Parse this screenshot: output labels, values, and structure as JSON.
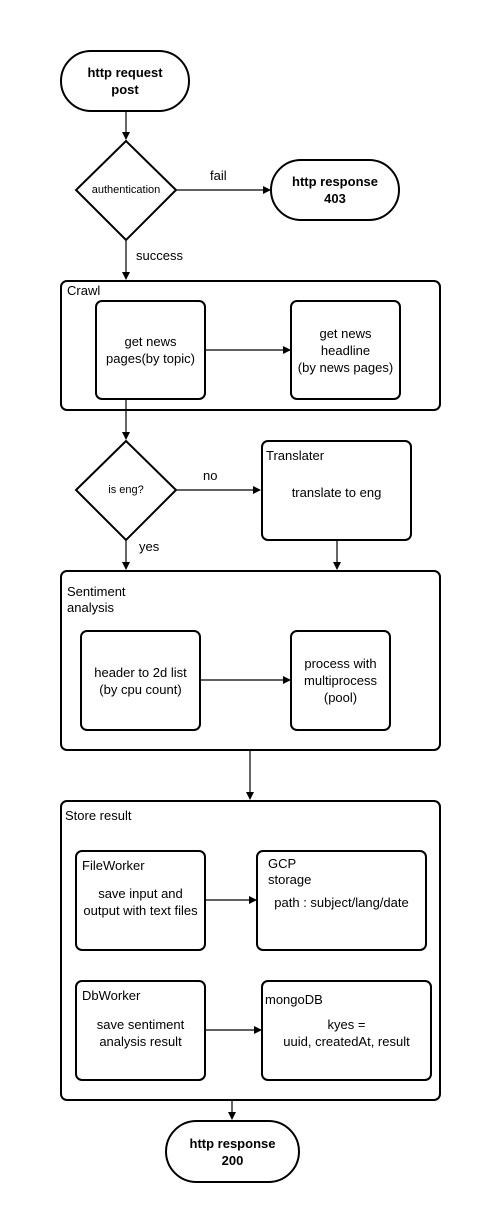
{
  "start": {
    "label": "http request\npost"
  },
  "auth": {
    "label": "authentication",
    "fail_label": "fail",
    "success_label": "success"
  },
  "resp403": {
    "label": "http response\n403"
  },
  "crawl": {
    "title": "Crawl",
    "get_pages": "get news\npages(by topic)",
    "get_headline": "get news\nheadline\n(by news pages)"
  },
  "is_eng": {
    "label": "is eng?",
    "no_label": "no",
    "yes_label": "yes"
  },
  "translater": {
    "title": "Translater",
    "body": "translate to eng"
  },
  "sentiment": {
    "title": "Sentiment\n analysis",
    "header_list": "header to 2d list\n(by cpu count)",
    "process": "process with\nmultiprocess\n(pool)"
  },
  "store": {
    "title": "Store result",
    "fileworker": {
      "title": "FileWorker",
      "body": "save input and\noutput with text files"
    },
    "gcp": {
      "title": "GCP\nstorage",
      "body": "path : subject/lang/date"
    },
    "dbworker": {
      "title": "DbWorker",
      "body": "save sentiment\nanalysis result"
    },
    "mongo": {
      "title": "mongoDB",
      "body": "kyes =\nuuid, createdAt, result"
    }
  },
  "resp200": {
    "label": "http response\n200"
  }
}
